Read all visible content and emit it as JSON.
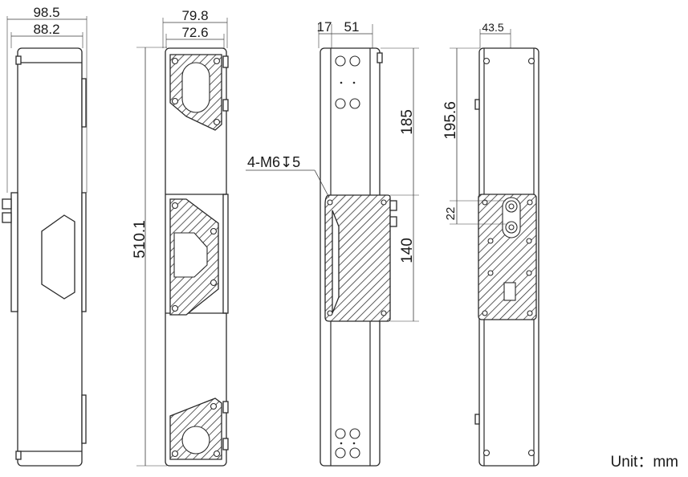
{
  "dimensions": {
    "left_view": {
      "outer_width": "98.5",
      "inner_width": "88.2"
    },
    "front_view": {
      "outer_width": "79.8",
      "inner_width": "72.6",
      "height": "510.1"
    },
    "side_view": {
      "dim_a": "17",
      "dim_b": "51",
      "upper_length": "185",
      "plate_length": "140",
      "thread_callout": "4-M6↧5"
    },
    "rear_view": {
      "connector_offset": "43.5",
      "upper_length": "195.6",
      "connector_spacing": "22"
    }
  },
  "unit_label": "Unit：mm"
}
